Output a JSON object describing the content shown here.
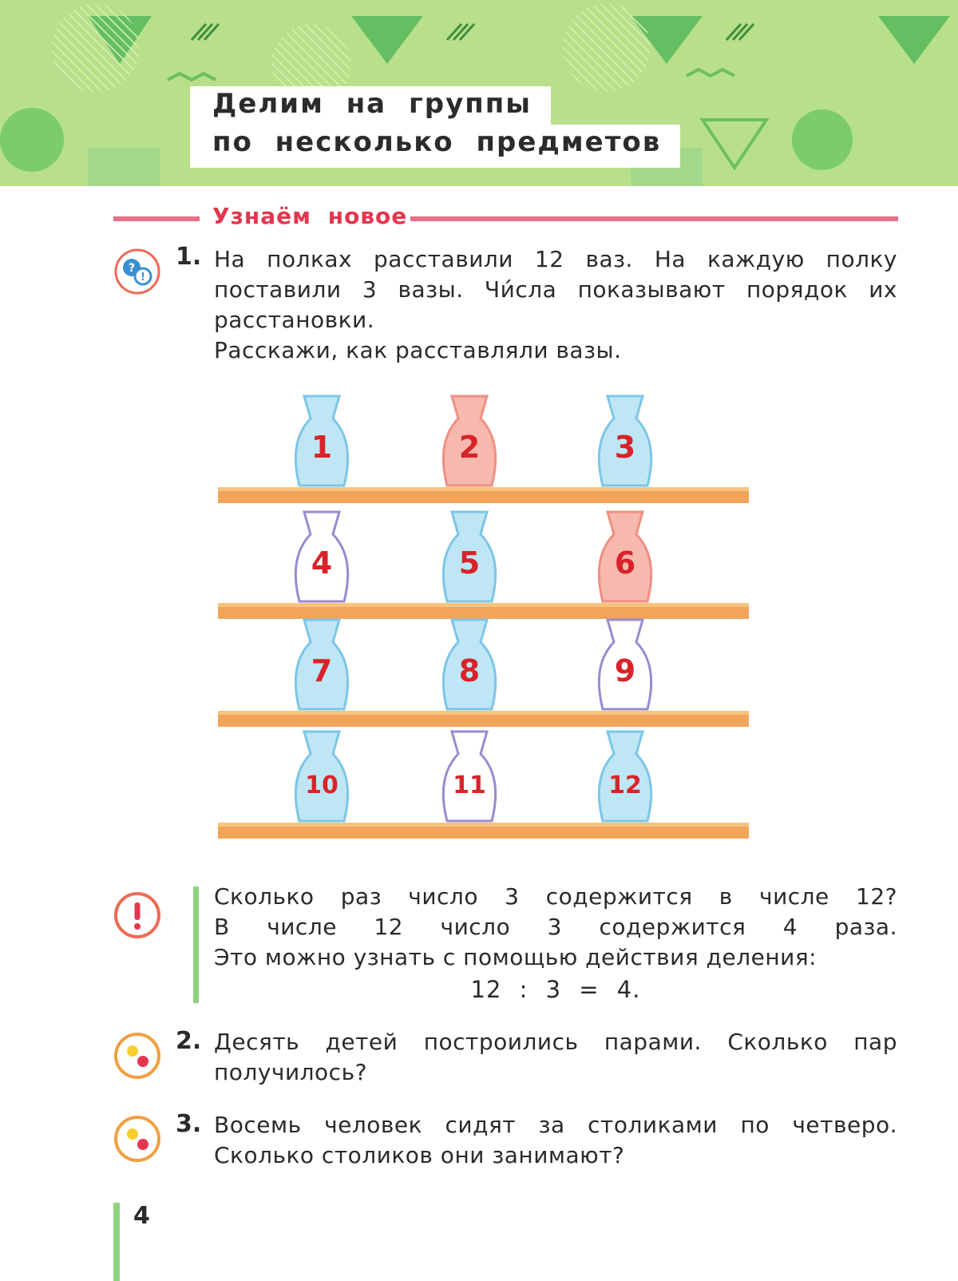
{
  "title": {
    "line1": "Делим на группы",
    "line2": "по несколько предметов"
  },
  "section": {
    "label": "Узнаём новое"
  },
  "task1": {
    "number": "1.",
    "lines": [
      "На полках расставили 12 ваз. На каждую полку",
      "поставили 3 вазы. Чи́сла показывают порядок их",
      "расстановки."
    ],
    "question": "Расскажи, как расставляли вазы.",
    "vases": [
      "1",
      "2",
      "3",
      "4",
      "5",
      "6",
      "7",
      "8",
      "9",
      "10",
      "11",
      "12"
    ]
  },
  "rule": {
    "lines": [
      "Сколько раз число 3 содержится в числе 12?",
      "В числе 12 число 3 содержится 4 раза.",
      "Это можно узнать с помощью действия деления:"
    ],
    "equation": "12 : 3 = 4."
  },
  "task2": {
    "number": "2.",
    "lines": [
      "Десять детей построились парами. Сколько пар",
      "получилось?"
    ]
  },
  "task3": {
    "number": "3.",
    "lines": [
      "Восемь человек сидят за столиками по четверо.",
      "Сколько столиков они занимают?"
    ]
  },
  "page_number": "4",
  "colors": {
    "banner": "#b8e08a",
    "accent_red": "#e4364f",
    "rule_line": "#e8708a",
    "green_bar": "#8fd37c",
    "shelf": "#f0a55a",
    "vase_blue": "#bfe6f5",
    "vase_pink": "#f7b8ad",
    "vase_number": "#d8232a"
  },
  "icons": {
    "task1": "discussion-icon",
    "rule": "exclamation-icon",
    "task2": "dots-icon",
    "task3": "dots-icon"
  }
}
